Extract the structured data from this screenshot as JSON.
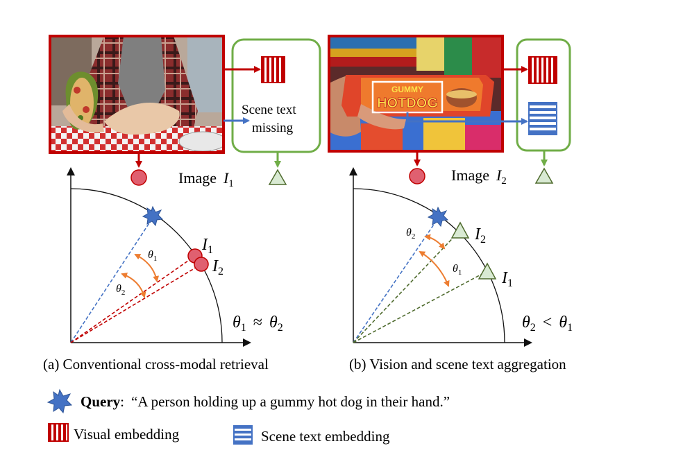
{
  "panel_a": {
    "scene_text_line1": "Scene text",
    "scene_text_line2": "missing",
    "image_label": "Image",
    "image_sym": "I",
    "image_sub": "1",
    "pt1_sym": "I",
    "pt1_sub": "1",
    "pt2_sym": "I",
    "pt2_sub": "2",
    "theta1_sym": "θ",
    "theta1_sub": "1",
    "theta2_sym": "θ",
    "theta2_sub": "2",
    "relation_left_sub": "1",
    "relation_op": "≈",
    "relation_right_sub": "2",
    "caption": "(a) Conventional cross-modal retrieval"
  },
  "panel_b": {
    "sign_top": "GUMMY",
    "sign_main": "HOTDOG",
    "image_label": "Image",
    "image_sym": "I",
    "image_sub": "2",
    "pt1_sym": "I",
    "pt1_sub": "1",
    "pt2_sym": "I",
    "pt2_sub": "2",
    "theta1_sym": "θ",
    "theta1_sub": "1",
    "theta2_sym": "θ",
    "theta2_sub": "2",
    "relation_left_sub": "2",
    "relation_op": "<",
    "relation_right_sub": "1",
    "caption": "(b) Vision and scene text aggregation"
  },
  "legend": {
    "query_label": "Query",
    "query_sep": ":",
    "query_text": "“A person holding up a gummy hot dog in their hand.”",
    "visual_label": "Visual embedding",
    "scene_label": "Scene text embedding"
  },
  "colors": {
    "image_red": "#c00000",
    "text_green": "#70ad47",
    "blue": "#4472c4",
    "orange": "#ed7d31",
    "dot_red": "#e06070",
    "tri_fill": "#d9ead3",
    "line_green": "#4f6b2e"
  }
}
